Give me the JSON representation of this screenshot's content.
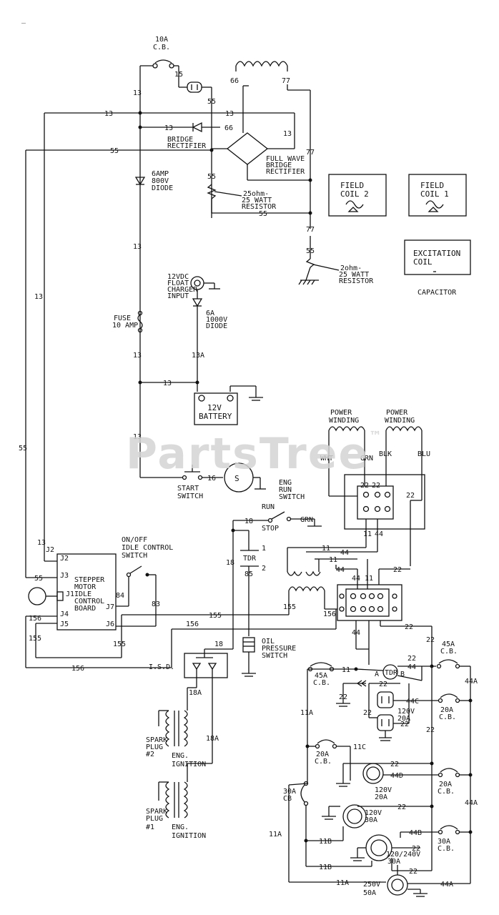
{
  "watermark": {
    "text": "PartsTree",
    "mark": "™"
  },
  "corner_mark": "_",
  "labels": {
    "cb10": [
      "10A",
      "C.B."
    ],
    "diode6": [
      "6AMP",
      "800V",
      "DIODE"
    ],
    "bridge": [
      "BRIDGE",
      "RECTIFIER"
    ],
    "fullwave": [
      "FULL WAVE",
      "BRIDGE",
      "RECTIFIER"
    ],
    "res25": [
      "25ohm-",
      "25 WATT",
      "RESISTOR"
    ],
    "res2": [
      "2ohm-",
      "25 WATT",
      "RESISTOR"
    ],
    "field2": [
      "FIELD",
      "COIL 2"
    ],
    "field1": [
      "FIELD",
      "COIL 1"
    ],
    "excite": [
      "EXCITATION",
      "COIL"
    ],
    "capacitor": "CAPACITOR",
    "float": [
      "12VDC",
      "FLOAT",
      "CHARGER",
      "INPUT"
    ],
    "diode6a": [
      "6A",
      "1000V",
      "DIODE"
    ],
    "fuse": [
      "FUSE",
      "10 AMP"
    ],
    "battery": [
      "12V",
      "BATTERY"
    ],
    "start": [
      "START",
      "SWITCH"
    ],
    "engrun": [
      "ENG",
      "RUN",
      "SWITCH"
    ],
    "run": "RUN",
    "stop": "STOP",
    "grn": "GRN",
    "pw1": [
      "POWER",
      "WINDING"
    ],
    "pw2": [
      "POWER",
      "WINDING"
    ],
    "wht": "WHT",
    "blk": "BLK",
    "blu": "BLU",
    "onoff": [
      "ON/OFF",
      "IDLE CONTROL",
      "SWITCH"
    ],
    "stepper": [
      "STEPPER",
      "MOTOR",
      "IDLE",
      "CONTROL",
      "BOARD"
    ],
    "j2": "J2",
    "j3": "J3",
    "j1": "J1",
    "j7": "J7",
    "j4": "J4",
    "j5": "J5",
    "j6": "J6",
    "tdr": "TDR",
    "oil": [
      "OIL",
      "PRESSURE",
      "SWITCH"
    ],
    "isd": "I.S.D.",
    "spark2": [
      "SPARK",
      "PLUG",
      "#2"
    ],
    "spark1": [
      "SPARK",
      "PLUG",
      "#1"
    ],
    "ign": [
      "ENG.",
      "IGNITION"
    ],
    "cb45a": [
      "45A",
      "C.B."
    ],
    "cb45b": [
      "45A",
      "C.B."
    ],
    "cb20a": [
      "20A",
      "C.B."
    ],
    "cb20b": [
      "20A",
      "C.B."
    ],
    "cb20c": [
      "20A",
      "C.B."
    ],
    "cb30a": [
      "30A",
      "CB"
    ],
    "cb30b": [
      "30A",
      "C.B."
    ],
    "r120_20a": [
      "120V",
      "20A"
    ],
    "r120_20b": [
      "120V",
      "20A"
    ],
    "r120_30": [
      "120V",
      "30A"
    ],
    "r120_240": [
      "120/240V",
      "30A"
    ],
    "r250": [
      "250V",
      "50A"
    ],
    "tdr_a": "A",
    "tdr_b": "B"
  },
  "wire_numbers": {
    "w13": "13",
    "w15": "15",
    "w55": "55",
    "w66": "66",
    "w77": "77",
    "w13a": "13A",
    "w16": "16",
    "w22": "22",
    "w11": "11",
    "w44": "44",
    "w18": "18",
    "w1": "1",
    "w2": "2",
    "w85": "85",
    "w84": "84",
    "w83": "83",
    "w155": "155",
    "w156": "156",
    "w18a": "18A",
    "w44a": "44A",
    "w44c": "44C",
    "w11a": "11A",
    "w11c": "11C",
    "w44d": "44D",
    "w11b": "11B",
    "w44b": "44B"
  }
}
